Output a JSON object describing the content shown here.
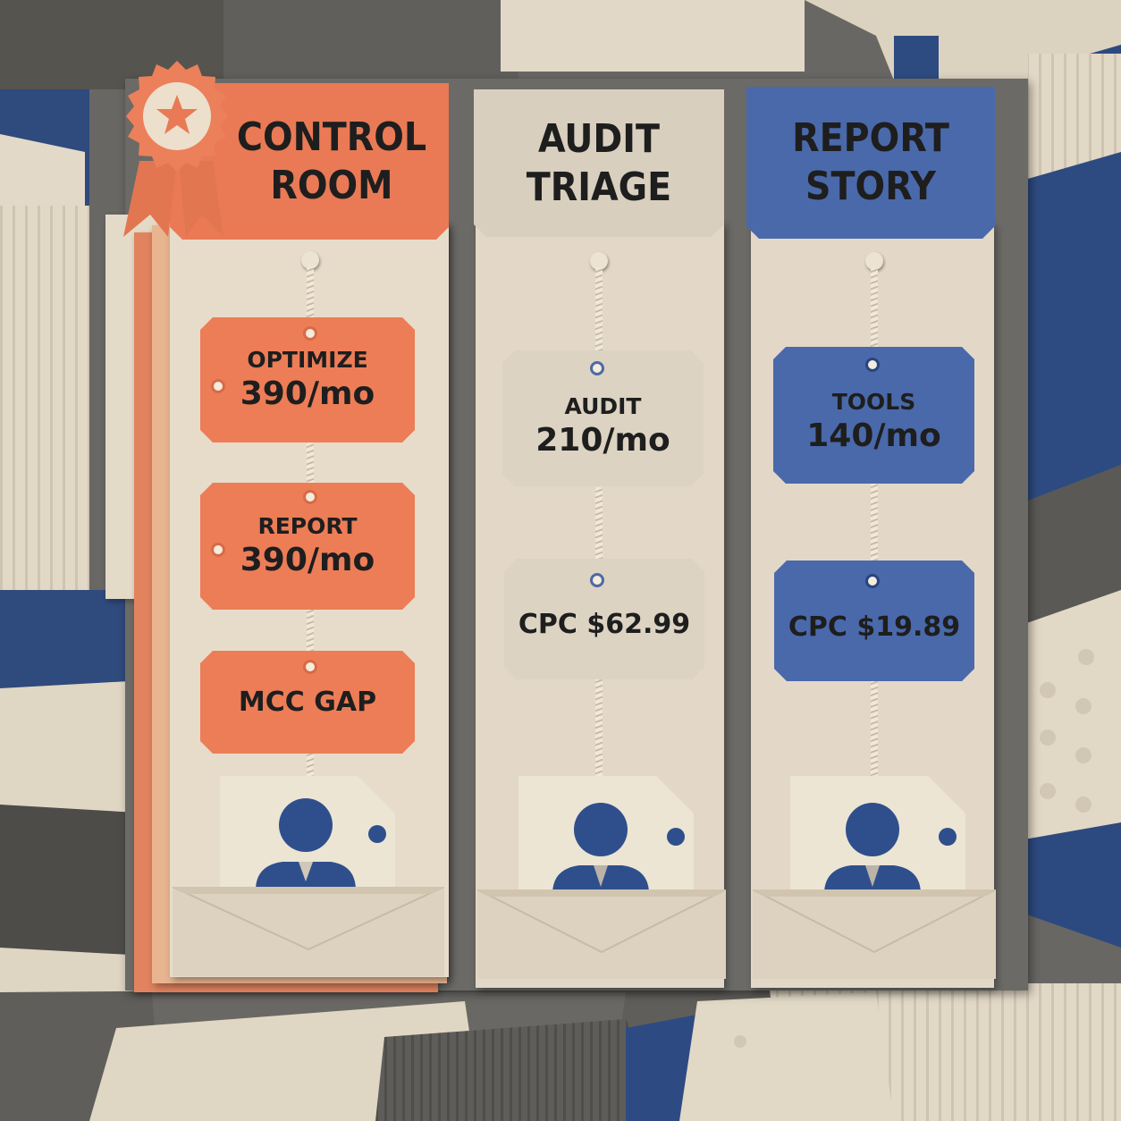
{
  "columns": [
    {
      "title": "CONTROL\nROOM",
      "color": "#e97a55",
      "featured": true,
      "badge_icon": "star-rosette-icon",
      "tags": [
        {
          "label": "OPTIMIZE",
          "value": "390/mo"
        },
        {
          "label": "REPORT",
          "value": "390/mo"
        },
        {
          "text": "MCC GAP"
        }
      ],
      "profile_icon": "person-icon"
    },
    {
      "title": "AUDIT\nTRIAGE",
      "color": "#d8cfbf",
      "featured": false,
      "tags": [
        {
          "label": "AUDIT",
          "value": "210/mo"
        },
        {
          "text": "CPC $62.99"
        }
      ],
      "profile_icon": "person-icon"
    },
    {
      "title": "REPORT\nSTORY",
      "color": "#4a69ab",
      "featured": false,
      "tags": [
        {
          "label": "TOOLS",
          "value": "140/mo"
        },
        {
          "text": "CPC $19.89"
        }
      ],
      "profile_icon": "person-icon"
    }
  ],
  "colors": {
    "coral": "#e97a55",
    "beige": "#e3d8c7",
    "navy": "#2f4f86",
    "charcoal": "#5c5b58"
  }
}
